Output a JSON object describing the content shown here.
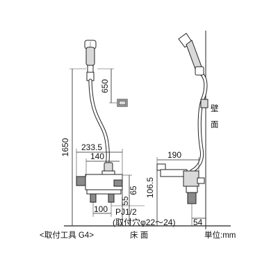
{
  "front_view": {
    "dim_hose_height": "1650",
    "dim_hook_height": "650",
    "dim_width_total": "233.5",
    "dim_width_body": "140",
    "dim_height_a": "65",
    "dim_height_b": "55",
    "dim_pitch": "100",
    "pipe_thread": "PJ1/2",
    "mounting_hole": "(取付穴φ22～24)"
  },
  "side_view": {
    "dim_depth": "190",
    "dim_height": "106.5",
    "dim_wall_offset": "54",
    "wall_label": "壁\n面"
  },
  "footer": {
    "tool_label": "<取付工具 G4>",
    "floor_label": "床 面",
    "unit_label": "単位:mm"
  }
}
